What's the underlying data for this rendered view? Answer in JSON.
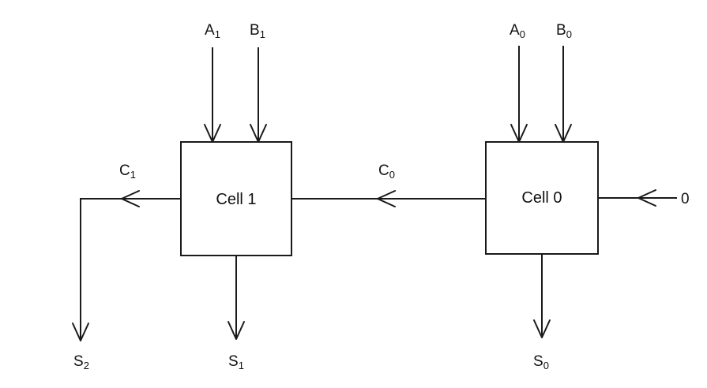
{
  "cells": {
    "cell1": {
      "label": "Cell 1"
    },
    "cell0": {
      "label": "Cell 0"
    }
  },
  "signals": {
    "A1": {
      "base": "A",
      "sub": "1"
    },
    "B1": {
      "base": "B",
      "sub": "1"
    },
    "A0": {
      "base": "A",
      "sub": "0"
    },
    "B0": {
      "base": "B",
      "sub": "0"
    },
    "C1": {
      "base": "C",
      "sub": "1"
    },
    "C0": {
      "base": "C",
      "sub": "0"
    },
    "S2": {
      "base": "S",
      "sub": "2"
    },
    "S1": {
      "base": "S",
      "sub": "1"
    },
    "S0": {
      "base": "S",
      "sub": "0"
    },
    "carry_in": "0"
  }
}
